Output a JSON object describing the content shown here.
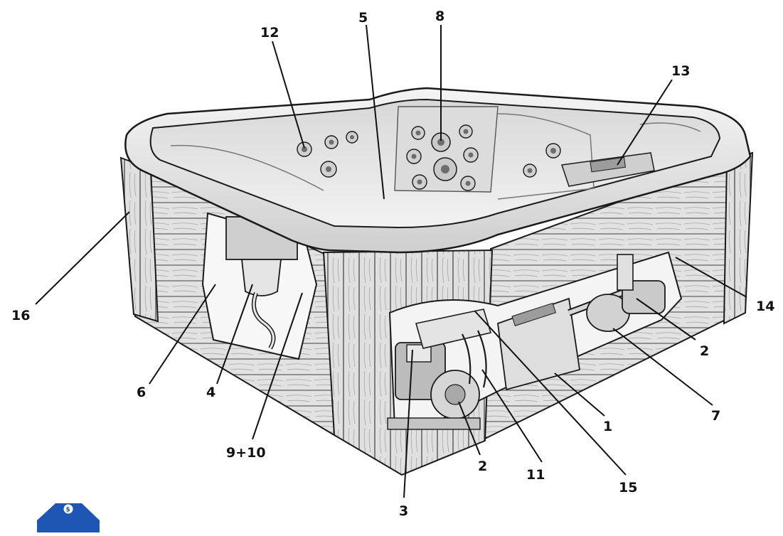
{
  "colors": {
    "ink": "#1a1a1a",
    "shell": "#e8e8e8",
    "shell_shadow": "#bdbdbd",
    "wood": "#dcdcdc",
    "wood_dark": "#9a9a9a",
    "badge": "#1f56b3"
  },
  "logo": {
    "icon": "dollar-coin-icon",
    "glyph": "$"
  },
  "callouts": [
    {
      "id": "c1",
      "label": "1"
    },
    {
      "id": "c2a",
      "label": "2"
    },
    {
      "id": "c2b",
      "label": "2"
    },
    {
      "id": "c3",
      "label": "3"
    },
    {
      "id": "c4",
      "label": "4"
    },
    {
      "id": "c5",
      "label": "5"
    },
    {
      "id": "c6",
      "label": "6"
    },
    {
      "id": "c7",
      "label": "7"
    },
    {
      "id": "c8",
      "label": "8"
    },
    {
      "id": "c910",
      "label": "9+10"
    },
    {
      "id": "c11",
      "label": "11"
    },
    {
      "id": "c12",
      "label": "12"
    },
    {
      "id": "c13",
      "label": "13"
    },
    {
      "id": "c14",
      "label": "14"
    },
    {
      "id": "c15",
      "label": "15"
    },
    {
      "id": "c16",
      "label": "16"
    }
  ]
}
